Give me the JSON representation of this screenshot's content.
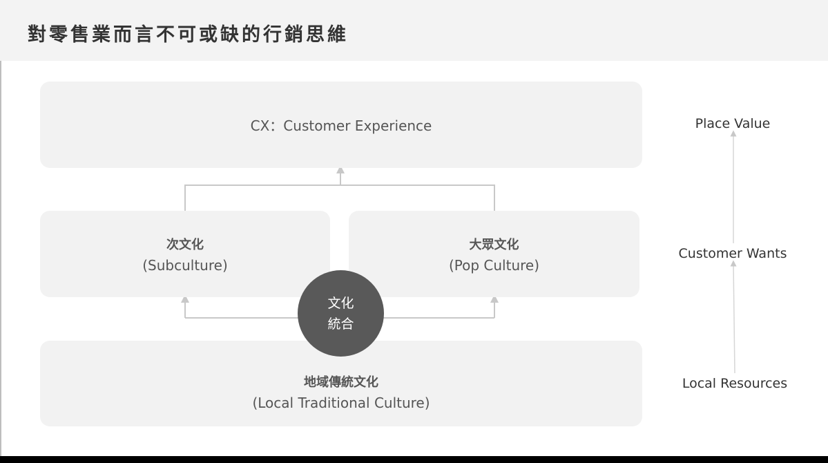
{
  "header": {
    "title": "對零售業而言不可或缺的行銷思維"
  },
  "diagram": {
    "cx_box": {
      "label": "CX：Customer Experience"
    },
    "subculture_box": {
      "label_zh": "次文化",
      "label_en": "(Subculture)"
    },
    "pop_culture_box": {
      "label_zh": "大眾文化",
      "label_en": "(Pop Culture)"
    },
    "local_culture_box": {
      "label_zh": "地域傳統文化",
      "label_en": "(Local Traditional Culture)"
    },
    "integration_circle": {
      "line1": "文化",
      "line2": "統合"
    }
  },
  "side_axis": {
    "top": "Place Value",
    "middle": "Customer Wants",
    "bottom": "Local Resources"
  },
  "colors": {
    "box_fill": "#f2f2f2",
    "circle_fill": "#595959",
    "connector": "#c8c8c8"
  }
}
